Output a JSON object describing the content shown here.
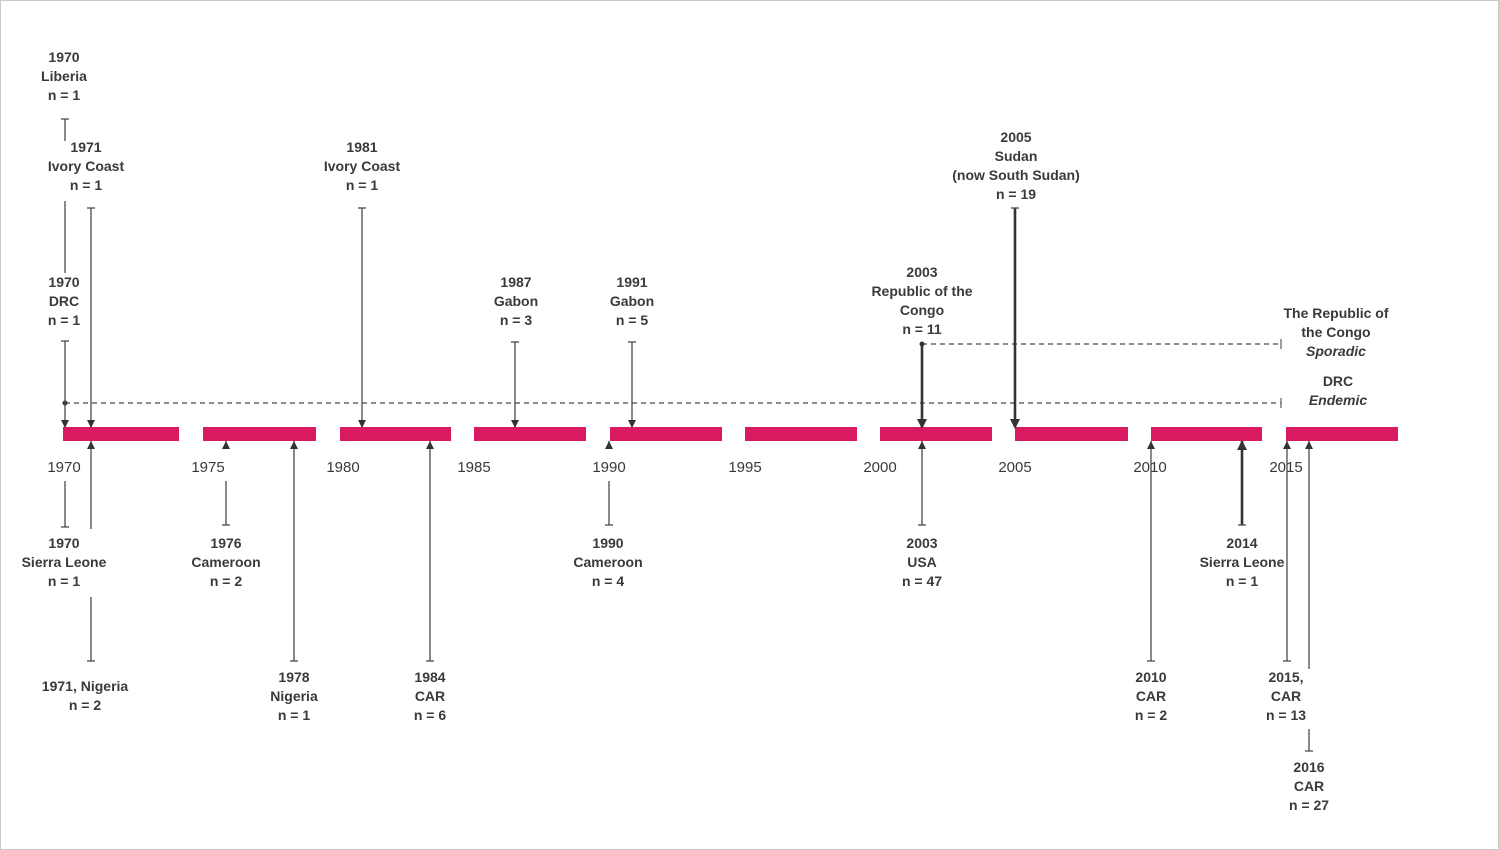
{
  "axis": {
    "ticks": [
      "1970",
      "1975",
      "1980",
      "1985",
      "1990",
      "1995",
      "2000",
      "2005",
      "2010",
      "2015"
    ]
  },
  "events": [
    {
      "id": "ev-1970-liberia",
      "lines": [
        "1970",
        "Liberia",
        "n = 1"
      ]
    },
    {
      "id": "ev-1971-ivory-coast",
      "lines": [
        "1971",
        "Ivory Coast",
        "n = 1"
      ]
    },
    {
      "id": "ev-1970-drc",
      "lines": [
        "1970",
        "DRC",
        "n = 1"
      ]
    },
    {
      "id": "ev-1981-ivory-coast",
      "lines": [
        "1981",
        "Ivory Coast",
        "n = 1"
      ]
    },
    {
      "id": "ev-1987-gabon",
      "lines": [
        "1987",
        "Gabon",
        "n = 3"
      ]
    },
    {
      "id": "ev-1991-gabon",
      "lines": [
        "1991",
        "Gabon",
        "n = 5"
      ]
    },
    {
      "id": "ev-2003-roc",
      "lines": [
        "2003",
        "Republic of the",
        "Congo",
        "n = 11"
      ]
    },
    {
      "id": "ev-2005-sudan",
      "lines": [
        "2005",
        "Sudan",
        "(now South Sudan)",
        "n = 19"
      ]
    },
    {
      "id": "ev-1970-sierra-leone",
      "lines": [
        "1970",
        "Sierra Leone",
        "n = 1"
      ]
    },
    {
      "id": "ev-1976-cameroon",
      "lines": [
        "1976",
        "Cameroon",
        "n = 2"
      ]
    },
    {
      "id": "ev-1990-cameroon",
      "lines": [
        "1990",
        "Cameroon",
        "n = 4"
      ]
    },
    {
      "id": "ev-2003-usa",
      "lines": [
        "2003",
        "USA",
        "n = 47"
      ]
    },
    {
      "id": "ev-2014-sierra-leone",
      "lines": [
        "2014",
        "Sierra Leone",
        "n = 1"
      ]
    },
    {
      "id": "ev-1971-nigeria",
      "lines": [
        "1971, Nigeria",
        "n = 2"
      ]
    },
    {
      "id": "ev-1978-nigeria",
      "lines": [
        "1978",
        "Nigeria",
        "n = 1"
      ]
    },
    {
      "id": "ev-1984-car",
      "lines": [
        "1984",
        "CAR",
        "n = 6"
      ]
    },
    {
      "id": "ev-2010-car",
      "lines": [
        "2010",
        "CAR",
        "n = 2"
      ]
    },
    {
      "id": "ev-2015-car",
      "lines": [
        "2015,",
        "CAR",
        "n = 13"
      ]
    },
    {
      "id": "ev-2016-car",
      "lines": [
        "2016",
        "CAR",
        "n = 27"
      ]
    }
  ],
  "legend": {
    "roc": {
      "line1": "The Republic of",
      "line2": "the Congo",
      "status": "Sporadic"
    },
    "drc": {
      "line1": "DRC",
      "status": "Endemic"
    }
  }
}
